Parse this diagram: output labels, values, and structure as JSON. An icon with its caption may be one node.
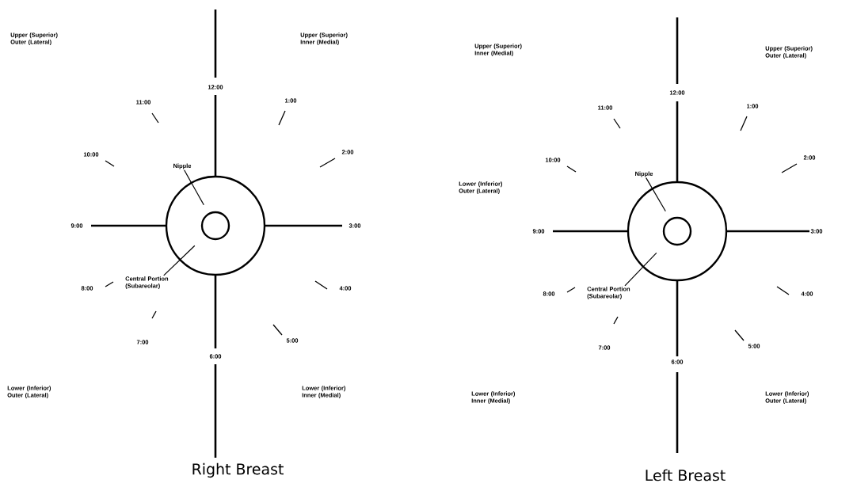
{
  "diagram": {
    "nodes": [
      {
        "text": [],
        "shape": "circle"
      },
      {
        "text": [],
        "shape": "circle",
        "in": 0
      },
      {
        "text": [
          "Nipple"
        ]
      },
      {
        "text": [
          "Central Portion (Subareolar)"
        ]
      },
      {
        "text": [],
        "shape": "circle"
      },
      {
        "text": [],
        "shape": "circle",
        "in": 4
      },
      {
        "text": [
          "Nipple"
        ]
      },
      {
        "text": [
          "Central Portion (Subareolar)"
        ]
      }
    ],
    "edges": [
      {
        "from": 2,
        "to": 1,
        "arrow": "none"
      },
      {
        "from": 3,
        "to": 0,
        "arrow": "none"
      },
      {
        "from": 6,
        "to": 5,
        "arrow": "none"
      },
      {
        "from": 7,
        "to": 4,
        "arrow": "none"
      }
    ],
    "labels": [
      "Upper (Superior) Outer (Lateral)",
      "Upper (Superior) Inner (Medial)",
      "12:00",
      "11:00",
      "1:00",
      "10:00",
      "2:00",
      "9:00",
      "3:00",
      "8:00",
      "4:00",
      "7:00",
      "5:00",
      "6:00",
      "Lower (Inferior) Outer (Lateral)",
      "Lower (Inferior) Inner (Medial)",
      "Right Breast",
      "Upper (Superior) Inner (Medial)",
      "Upper (Superior) Outer (Lateral)",
      "12:00",
      "11:00",
      "1:00",
      "10:00",
      "2:00",
      "Lower (Inferior) Outer (Lateral)",
      "9:00",
      "3:00",
      "8:00",
      "4:00",
      "7:00",
      "5:00",
      "6:00",
      "Lower (Inferior) Inner (Medial)",
      "Lower (Inferior) Outer (Lateral)",
      "Left Breast"
    ]
  }
}
